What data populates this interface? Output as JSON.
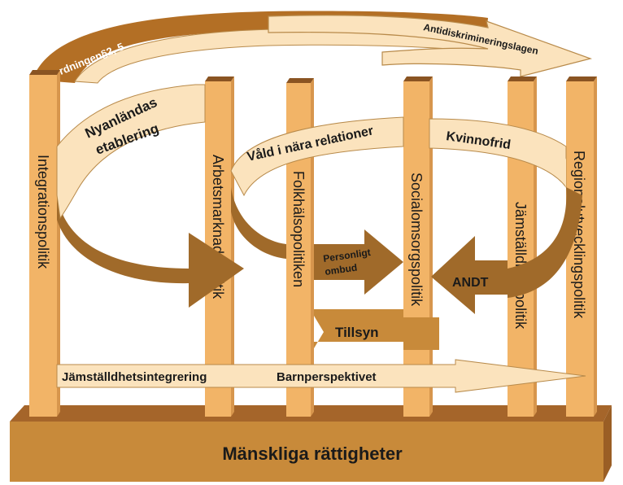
{
  "colors": {
    "pillar": "#f2b467",
    "pillar_top": "#8a5422",
    "base_front": "#c88a3a",
    "base_top": "#a5652a",
    "dark_arrow": "#a06a2a",
    "light_arrow": "#fbe3bd",
    "arrow_outline": "#b88a4a"
  },
  "base": {
    "label": "Mänskliga rättigheter"
  },
  "pillars": [
    {
      "label": "Integrationspolitik"
    },
    {
      "label": "Arbetsmarknadspolitik"
    },
    {
      "label": "Folkhälsopolitiken"
    },
    {
      "label": "Socialomsorgspolitik"
    },
    {
      "label": "Jämställdhetspolitik"
    },
    {
      "label": "Regionalutvecklingspolitik"
    }
  ],
  "arrows": {
    "forordningen": "Förordningen§2, 5",
    "antidiskriminering": "Antidiskrimineringslagen",
    "nyanlandas_line1": "Nyanländas",
    "nyanlandas_line2": "etablering",
    "vald": "Våld i nära relationer",
    "kvinnofrid": "Kvinnofrid",
    "personligt_line1": "Personligt",
    "personligt_line2": "ombud",
    "andt": "ANDT",
    "tillsyn": "Tillsyn",
    "jamstalldhetsintegrering": "Jämställdhetsintegrering",
    "barnperspektivet": "Barnperspektivet"
  }
}
